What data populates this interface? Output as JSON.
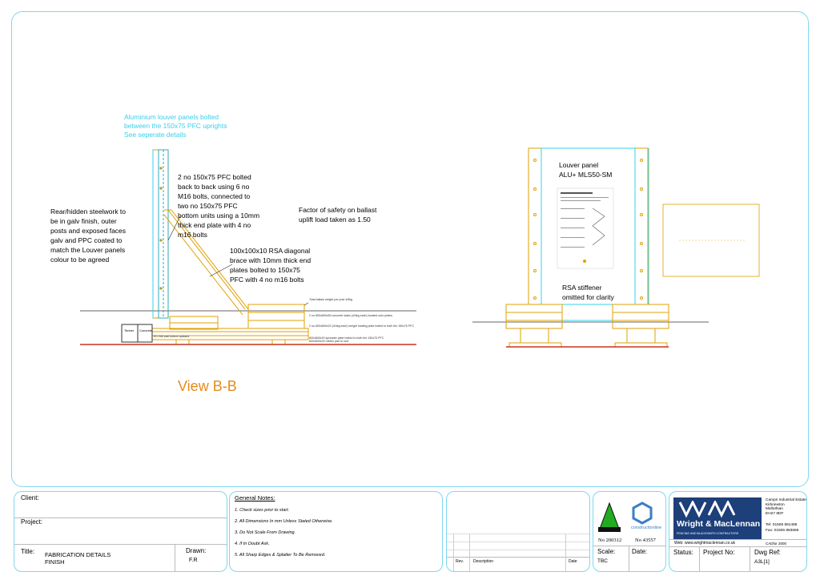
{
  "notes": {
    "louver_note": [
      "Aluminium louver panels bolted",
      "between the 150x75 PFC uprights",
      "See seperate details"
    ],
    "pfc_note": [
      "2 no 150x75 PFC bolted",
      "back to back  using 6 no",
      "M16 bolts, connected to",
      "two no 150x75 PFC",
      "bottom units using a 10mm",
      "thick end plate with 4 no",
      "m16 bolts"
    ],
    "steel_note": [
      "Rear/hidden steelwork to",
      "be in galv finish, outer",
      "posts and exposed faces",
      "galv and PPC coated to",
      "match the Louver panels",
      "colour to be agreed"
    ],
    "rsa_note": [
      "100x100x10 RSA diagonal",
      "brace with 10mm thick end",
      "plates bolted to 150x75",
      "PFC with 4 no m16 bolts"
    ],
    "safety_note": [
      "Factor of safety on ballast",
      "uplift load taken as 1.50"
    ],
    "louver_panel_note": [
      "Louver panel",
      "ALU+ MLS50-SM"
    ],
    "stiffener_note": [
      "RSA stiffener",
      "omitted for clarity"
    ],
    "small_notes": [
      "Total ballast weight per post 4/5kg",
      "2 no 800x800x50 concrete slabs (4/4kg each) located onto plates",
      "2 no 800x800x20 (4/4kg each) weight loading plate bolted to both the 150x75 PFC",
      "800x800x20 spreader plate bolted to both the 150x75 PFC",
      "600x600x20 rubber pad to roof"
    ],
    "timber_label": "Timber",
    "concrete_label": "Concrete",
    "wall_label": "ECI MK wall bottom upstand",
    "view_label": "View B-B"
  },
  "title_block": {
    "client_label": "Client:",
    "project_label": "Project:",
    "title_label": "Title:",
    "title_value": [
      "FABRICATION DETAILS",
      "FINISH"
    ],
    "drawn_label": "Drawn:",
    "drawn_value": "F.R",
    "general_notes_heading": "General Notes:",
    "general_notes": [
      "1. Check sizes prior to start.",
      "2. All Dimensions In mm Unless Stated Otherwise.",
      "3. Do Not Scale From Drawing.",
      "4. If In Doubt Ask.",
      "5. All Sharp Edges & Splatter To Be Removed."
    ],
    "rev_label": "Rev.",
    "description_label": "Description",
    "date_label": "Date",
    "cert_no_1": "No 200312",
    "cert_no_2": "No 43557",
    "scale_label": "Scale:",
    "scale_value": "TBC",
    "date2_label": "Date:",
    "company_name": "Wright & MacLennan",
    "company_tagline": "FENCING AND BLACKSMITH CONTRACTORS",
    "address": [
      "Camps Industrial Estate",
      "Kirknewton",
      "Midlothian",
      "EH27 8DF"
    ],
    "tel": "Tel: 01506 881486",
    "fax": "Fax: 01506 883669",
    "web": "Web: www.wrightmaclennan.co.uk",
    "cad_ref": "CADfor 2000",
    "status_label": "Status:",
    "project_no_label": "Project No:",
    "dwg_ref_label": "Dwg Ref:",
    "dwg_ref_value": "A3L[1]",
    "construction_logo_text": "constructionline"
  }
}
